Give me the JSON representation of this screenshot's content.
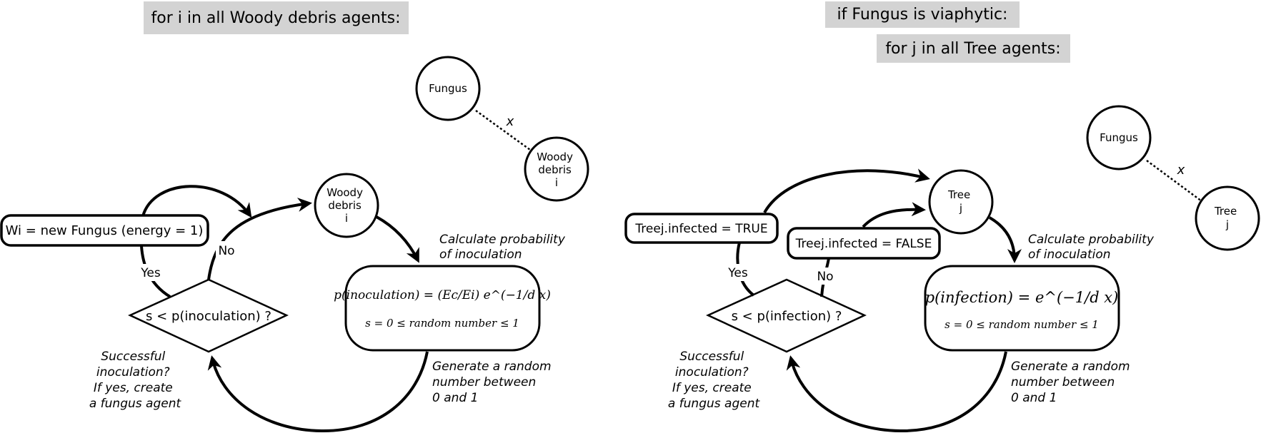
{
  "left": {
    "header": "for i in all Woody debris agents:",
    "fungus_node": "Fungus",
    "debris_node": [
      "Woody",
      "debris",
      "i"
    ],
    "distance_label": "x",
    "loop_node": [
      "Woody",
      "debris",
      "i"
    ],
    "calc_note": [
      "Calculate probability",
      "of inoculation"
    ],
    "formula_line1": "p(inoculation) = (Ec/Ei) e^(−1/d x)",
    "formula_line2": "s = 0 ≤ random number ≤ 1",
    "random_note": [
      "Generate a random",
      "number between",
      "0 and 1"
    ],
    "decision": "s < p(inoculation) ?",
    "success_note": [
      "Successful",
      "inoculation?",
      "If yes, create",
      "a fungus agent"
    ],
    "yes_label": "Yes",
    "no_label": "No",
    "create_box": "Wi = new Fungus (energy = 1)"
  },
  "right": {
    "header1": "if Fungus is viaphytic:",
    "header2": "for j in all Tree agents:",
    "fungus_node": "Fungus",
    "tree_node": [
      "Tree",
      "j"
    ],
    "distance_label": "x",
    "loop_node": [
      "Tree",
      "j"
    ],
    "calc_note": [
      "Calculate probability",
      "of inoculation"
    ],
    "formula_line1": "p(infection) = e^(−1/d x)",
    "formula_line2": "s = 0 ≤ random number ≤ 1",
    "random_note": [
      "Generate a random",
      "number between",
      "0 and 1"
    ],
    "decision": "s < p(infection) ?",
    "success_note": [
      "Successful",
      "inoculation?",
      "If yes, create",
      "a fungus agent"
    ],
    "yes_label": "Yes",
    "no_label": "No",
    "true_box": "Treej.infected = TRUE",
    "false_box": "Treej.infected = FALSE"
  }
}
